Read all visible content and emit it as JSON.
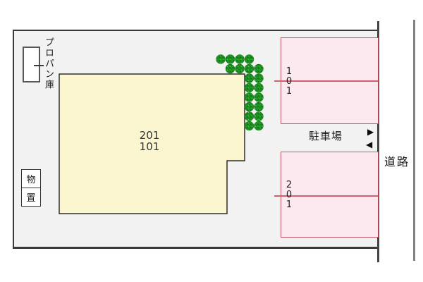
{
  "plan": {
    "building": {
      "units": [
        "201",
        "101"
      ]
    },
    "parking": {
      "label": "駐車場",
      "stalls": [
        {
          "digits": [
            "1",
            "0",
            "1"
          ]
        },
        {
          "digits": [
            "2",
            "0",
            "1"
          ]
        }
      ]
    },
    "propane_shed": {
      "label": "プロパン庫"
    },
    "storage_shed": {
      "chars": [
        "物",
        "置"
      ]
    },
    "road": {
      "label": "道路"
    },
    "arrows": {
      "right": "▶",
      "left": "◀"
    }
  },
  "trees": {
    "count": 20,
    "radius": 6.5,
    "positions": [
      [
        313,
        84
      ],
      [
        326.5,
        84
      ],
      [
        340,
        84
      ],
      [
        353.5,
        84
      ],
      [
        326.5,
        97.5
      ],
      [
        340,
        97.5
      ],
      [
        353.5,
        97.5
      ],
      [
        367,
        97.5
      ],
      [
        353.5,
        111
      ],
      [
        367,
        111
      ],
      [
        353.5,
        124.5
      ],
      [
        367,
        124.5
      ],
      [
        353.5,
        138
      ],
      [
        367,
        138
      ],
      [
        353.5,
        151.5
      ],
      [
        367,
        151.5
      ],
      [
        353.5,
        165
      ],
      [
        367,
        165
      ],
      [
        353.5,
        178.5
      ],
      [
        367,
        178.5
      ]
    ]
  },
  "colors": {
    "site_fill": "#f2f2f2",
    "site_border": "#3a3a3a",
    "building_fill": "#fbf6cf",
    "building_border": "#2f2f2f",
    "parking_fill": "#fce9ef",
    "parking_border": "#c4596a",
    "parking_divider": "#d4606f",
    "tree_green": "#1e9423",
    "road_line": "#828282",
    "text": "#1a1a1a"
  }
}
